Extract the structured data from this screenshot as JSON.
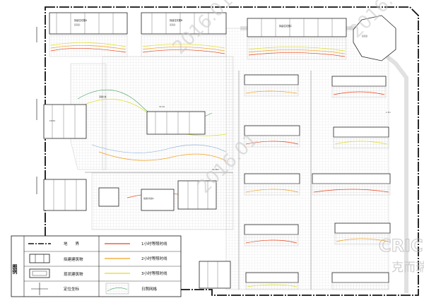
{
  "watermarks": {
    "diagonal": [
      "2016.01",
      "2016.01",
      "2016.01"
    ],
    "logo": "CRIC",
    "logo_cn": "克而瑞"
  },
  "legend": {
    "title": "图例",
    "items": [
      {
        "label": "地　　界",
        "kind": "boundary"
      },
      {
        "label": "1小时等照时线",
        "kind": "curve",
        "color": "#e8431a"
      },
      {
        "label": "拟建建筑物",
        "kind": "proposed"
      },
      {
        "label": "2小时等照时线",
        "kind": "curve",
        "color": "#f0a020"
      },
      {
        "label": "现状建筑物",
        "kind": "existing"
      },
      {
        "label": "3小时等照时线",
        "kind": "curve",
        "color": "#dddd22"
      },
      {
        "label": "定位坐标",
        "kind": "coordinate"
      },
      {
        "label": "日照网格",
        "kind": "grid"
      }
    ]
  },
  "labels": {
    "height": "层高度:",
    "building_a": "拟建住宅楼A",
    "building_b": "拟建住宅楼B",
    "building_c": "拟建住宅楼C",
    "road": "道路红线",
    "dim_a": "22.35m",
    "dim_b": "31.5m",
    "dim_c": "18.8m",
    "lvl": "1.3m"
  },
  "colors": {
    "hour1": "#e8431a",
    "hour2": "#f0a020",
    "hour3": "#dddd22",
    "grid": "#bdbdbd"
  }
}
